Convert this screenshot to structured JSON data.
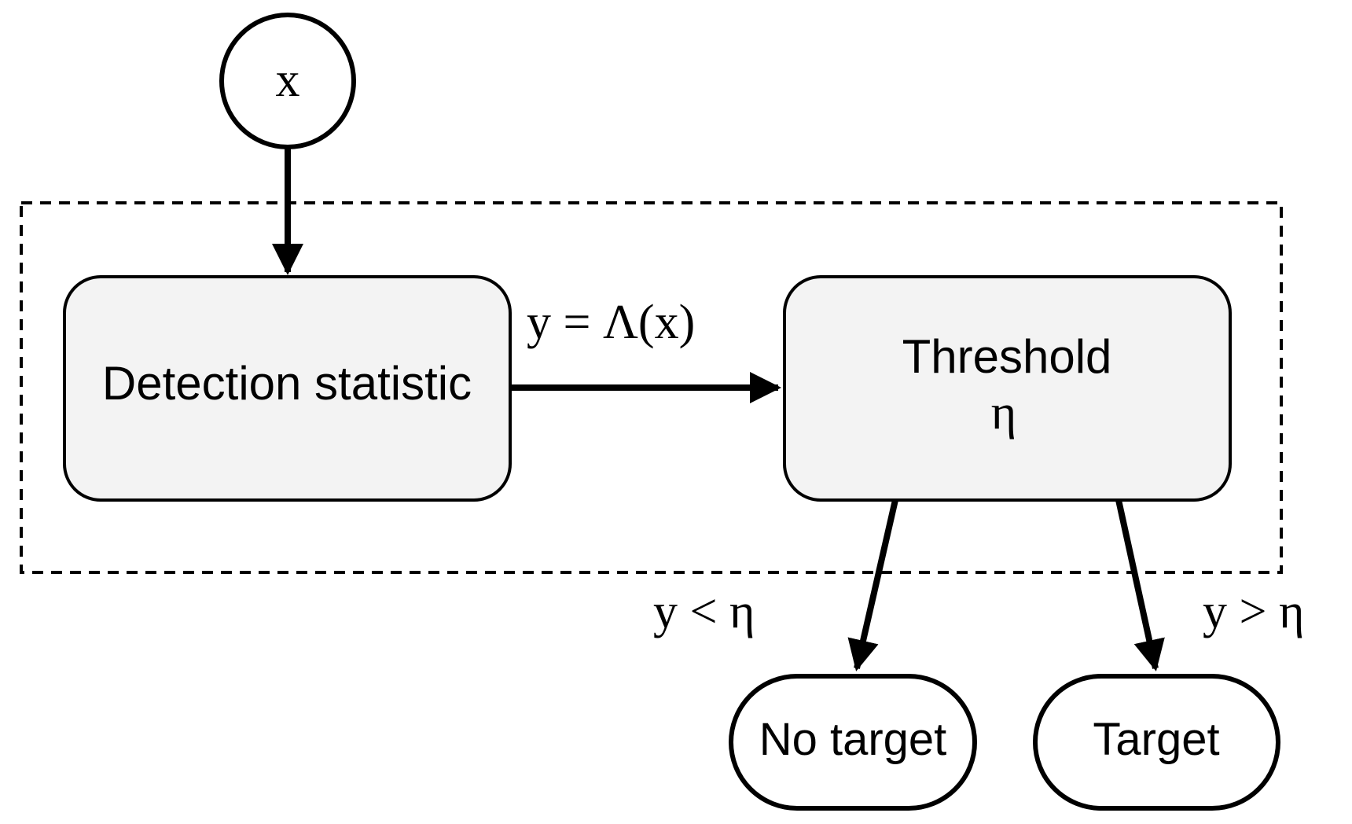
{
  "nodes": {
    "input": {
      "label": "x"
    },
    "detection": {
      "label": "Detection statistic"
    },
    "threshold": {
      "label": "Threshold",
      "symbol": "η"
    },
    "no_target": {
      "label": "No target"
    },
    "target": {
      "label": "Target"
    }
  },
  "edges": {
    "statistic_to_threshold": {
      "label": "y = Λ(x)"
    },
    "to_no_target": {
      "label": "y < η"
    },
    "to_target": {
      "label": "y > η"
    }
  },
  "colors": {
    "stroke": "#000000",
    "box_fill": "#f3f3f3",
    "terminal_fill": "#ffffff",
    "background": "#ffffff"
  }
}
